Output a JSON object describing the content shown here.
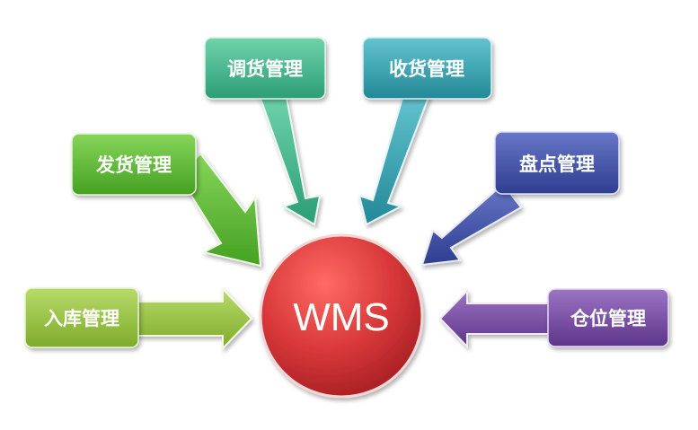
{
  "hub": {
    "label": "WMS",
    "color": "#d9383a"
  },
  "nodes": [
    {
      "id": "inbound",
      "label": "入库管理",
      "color": "#8fbf3a"
    },
    {
      "id": "shipping",
      "label": "发货管理",
      "color": "#59b82e"
    },
    {
      "id": "transfer",
      "label": "调货管理",
      "color": "#3cb38a"
    },
    {
      "id": "receiving",
      "label": "收货管理",
      "color": "#2e9fae"
    },
    {
      "id": "stocktake",
      "label": "盘点管理",
      "color": "#3b4fa6"
    },
    {
      "id": "location",
      "label": "仓位管理",
      "color": "#7446a1"
    }
  ]
}
